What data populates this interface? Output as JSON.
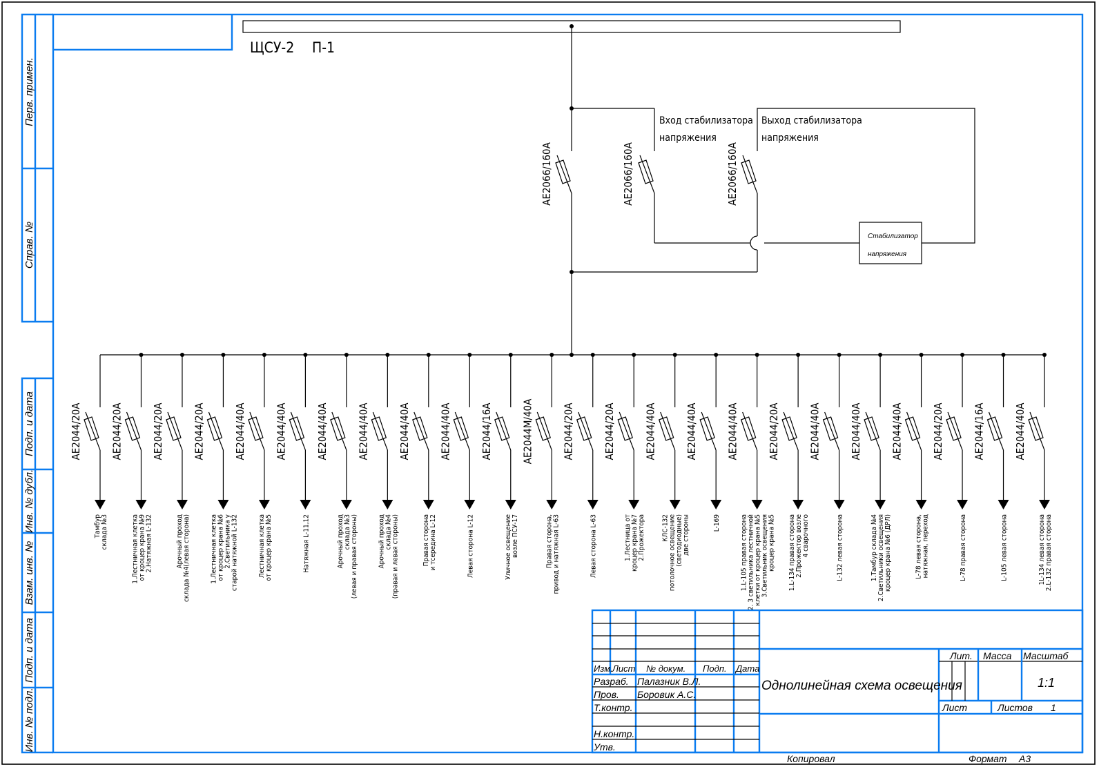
{
  "panel": {
    "name_label": "ЩСУ-2",
    "position_label": "П-1"
  },
  "stabilizer": {
    "input_label_line1": "Вход стабилизатора",
    "input_label_line2": "напряжения",
    "output_label_line1": "Выход стабилизатора",
    "output_label_line2": "напряжения",
    "box_label_line1": "Стабилизатор",
    "box_label_line2": "напряжения",
    "breakers": [
      "АЕ2066/160А",
      "АЕ2066/160А",
      "АЕ2066/160А"
    ]
  },
  "feeders": [
    {
      "breaker": "АЕ2044/20А",
      "lines": [
        "Тамбур",
        "склада №3"
      ]
    },
    {
      "breaker": "АЕ2044/20А",
      "lines": [
        "1.Лестничная клетка",
        "от кроцер крана №9",
        "2.Натяжная L-132"
      ]
    },
    {
      "breaker": "АЕ2044/20А",
      "lines": [
        "Арочный проход",
        "склада №4(левая сторона)"
      ]
    },
    {
      "breaker": "АЕ2044/20А",
      "lines": [
        "1.Лестничная клетка",
        "от кроцер крана №6",
        "2.Светильника у",
        "старой натяжной L-132"
      ]
    },
    {
      "breaker": "АЕ2044/40А",
      "lines": [
        "Лестничная клетка",
        "от кроцер крана №5"
      ]
    },
    {
      "breaker": "АЕ2044/40А",
      "lines": [
        "Натяжная L-11,12"
      ]
    },
    {
      "breaker": "АЕ2044/40А",
      "lines": [
        "Арочный проход",
        "склада №3",
        "(левая и правая стороны)"
      ]
    },
    {
      "breaker": "АЕ2044/40А",
      "lines": [
        "Арочный проход",
        "склада №4",
        "(правая и левая стороны)"
      ]
    },
    {
      "breaker": "АЕ2044/40А",
      "lines": [
        "Правая сторона",
        "и тсередина L-12"
      ]
    },
    {
      "breaker": "АЕ2044/40А",
      "lines": [
        "Левая сторона L-12"
      ]
    },
    {
      "breaker": "АЕ2044/16А",
      "lines": [
        "Уличное освещение",
        "возле ПСУ-17"
      ]
    },
    {
      "breaker": "АЕ2044М/40А",
      "lines": [
        "Правая сторона,",
        "привод и натяжная L-63"
      ]
    },
    {
      "breaker": "АЕ2044/20А",
      "lines": [
        "Левая сторона L-63"
      ]
    },
    {
      "breaker": "АЕ2044/20А",
      "lines": [
        "1.Лестница от",
        "кроцер крана №7",
        "2.Прожектора"
      ]
    },
    {
      "breaker": "АЕ2044/40А",
      "lines": [
        "КЛС-132",
        "потолочное освещение",
        "(светодиодные)",
        "две стороны"
      ]
    },
    {
      "breaker": "АЕ2044/40А",
      "lines": [
        "L-169"
      ]
    },
    {
      "breaker": "АЕ2044/40А",
      "lines": [
        "1.L-105 правая сторона",
        "2. 3 светильника лестничной",
        "клетки от кроцер крана №5",
        "3.Светильник освещения",
        "кроцер крана №5"
      ]
    },
    {
      "breaker": "АЕ2044/20А",
      "lines": [
        "1.L-134 правая сторона",
        "2.Прожектор возле",
        "4 сварочного"
      ]
    },
    {
      "breaker": "АЕ2044/40А",
      "lines": [
        "L-132 левая сторона"
      ]
    },
    {
      "breaker": "АЕ2044/40А",
      "lines": [
        "1.Тамбур склада №4",
        "2.Светильники освещения",
        "кроцер крана №6 (ДРЛ)"
      ]
    },
    {
      "breaker": "АЕ2044/40А",
      "lines": [
        "L-78 левая сторона,",
        "натяжная, переход"
      ]
    },
    {
      "breaker": "АЕ2044/20А",
      "lines": [
        "L-78 правая сторона"
      ]
    },
    {
      "breaker": "АЕ2044/16А",
      "lines": [
        "L-105 левая сторона"
      ]
    },
    {
      "breaker": "АЕ2044/40А",
      "lines": [
        "1L-134 левая сторона",
        "2.L-132 правая сторона"
      ]
    }
  ],
  "side_stamp": {
    "labels": [
      "Перв. примен.",
      "Справ. №",
      "Подп. и дата",
      "Инв. № дубл.",
      "Взам. инв. №",
      "Подп. и дата",
      "Инв. № подл."
    ]
  },
  "title_block": {
    "headers": {
      "change": "Изм.",
      "sheet": "Лист",
      "doc_no": "№ докум.",
      "sign": "Подп.",
      "date": "Дата"
    },
    "roles": [
      {
        "role": "Разраб.",
        "name": "Палазник В.Л."
      },
      {
        "role": "Пров.",
        "name": "Боровик А.С."
      },
      {
        "role": "Т.контр.",
        "name": ""
      },
      {
        "role": "",
        "name": ""
      },
      {
        "role": "Н.контр.",
        "name": ""
      },
      {
        "role": "Утв.",
        "name": ""
      }
    ],
    "document_title": "Однолинейная схема освещения",
    "lit_label": "Лит.",
    "mass_label": "Масса",
    "scale_label": "Масштаб",
    "scale_value": "1:1",
    "sheet_label": "Лист",
    "sheets_label": "Листов",
    "sheets_value": "1",
    "copied_label": "Копировал",
    "format_label": "Формат",
    "format_value": "А3"
  }
}
